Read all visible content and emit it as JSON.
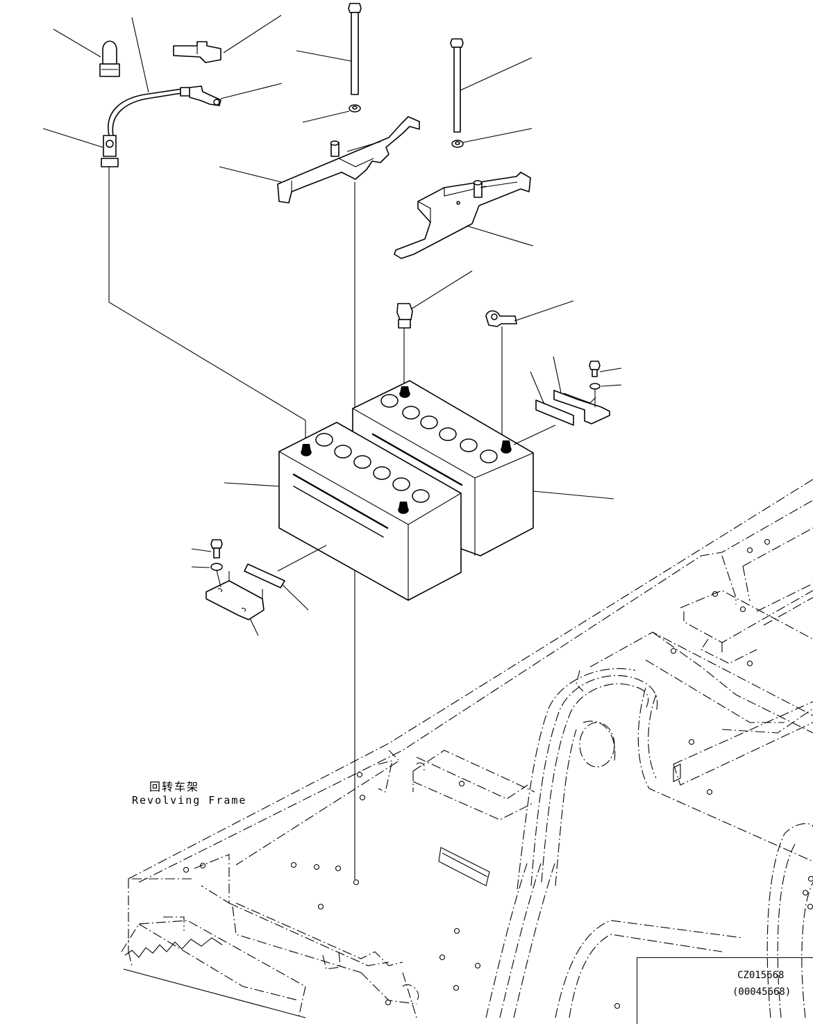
{
  "frame_label": {
    "chinese": "回转车架",
    "english": "Revolving Frame"
  },
  "drawing_code": {
    "primary": "CZ015668",
    "secondary": "(00045668)"
  }
}
